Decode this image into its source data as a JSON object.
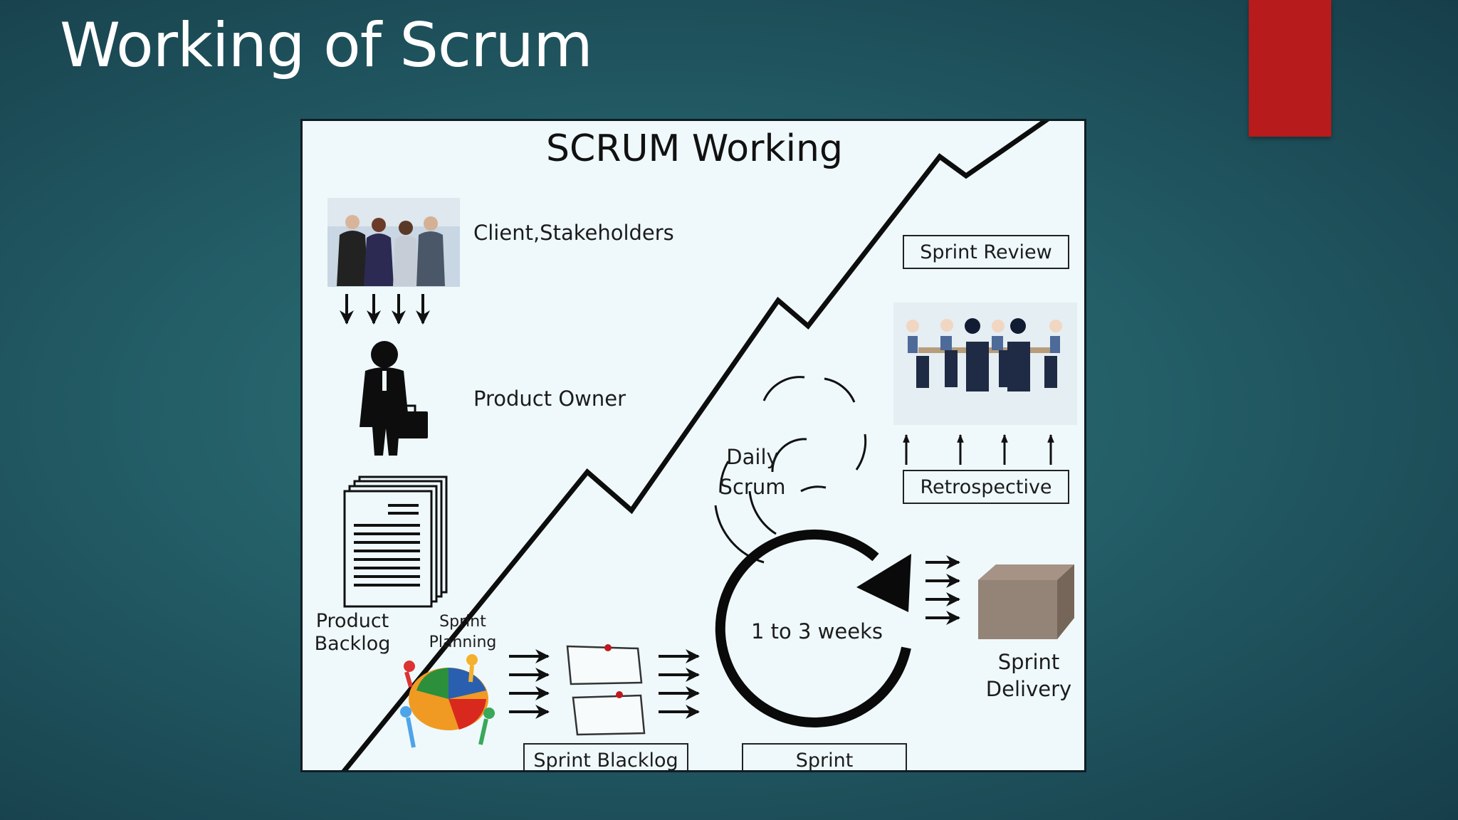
{
  "slide": {
    "title": "Working of Scrum"
  },
  "colors": {
    "background": "#235d66",
    "accent": "#b71b1b",
    "panel": "#eff9fb",
    "ink": "#111111"
  },
  "diagram": {
    "title": "SCRUM Working",
    "labels": {
      "stakeholders": "Client,Stakeholders",
      "product_owner": "Product Owner",
      "product_backlog": "Product\nBacklog",
      "sprint_planning": "Sprint\nPlanning",
      "daily_scrum": "Daily\nScrum",
      "duration": "1 to 3 weeks",
      "sprint_delivery": "Sprint\nDelivery"
    },
    "boxes": {
      "sprint_review": "Sprint Review",
      "retrospective": "Retrospective",
      "sprint_backlog": "Sprint Blacklog",
      "sprint": "Sprint"
    },
    "icons": [
      "stakeholders-photo",
      "down-arrows-icon",
      "product-owner-icon",
      "documents-icon",
      "puzzle-team-icon",
      "sticky-notes-icon",
      "cycle-arrow-icon",
      "box-icon",
      "meeting-icon",
      "up-arrows-icon",
      "rising-trend-line"
    ]
  }
}
